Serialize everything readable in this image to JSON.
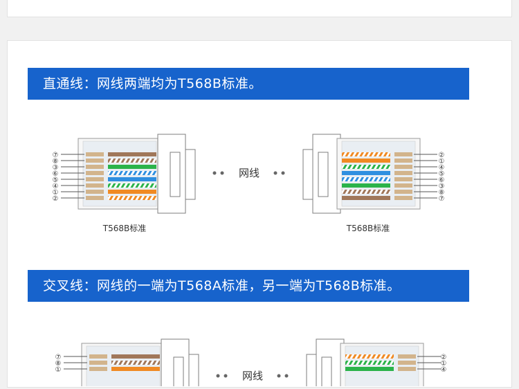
{
  "section1": {
    "title": "直通线：网线两端均为T568B标准。",
    "label_middle": "网线",
    "left_caption": "T568B标准",
    "right_caption": "T568B标准",
    "left_pin_numbers": [
      "⑦",
      "⑧",
      "③",
      "⑥",
      "⑤",
      "④",
      "①",
      "②"
    ],
    "right_pin_numbers": [
      "②",
      "①",
      "④",
      "⑤",
      "⑥",
      "③",
      "⑧",
      "⑦"
    ]
  },
  "section2": {
    "title": "交叉线：网线的一端为T568A标准，另一端为T568B标准。",
    "label_middle": "网线",
    "left_pin_numbers": [
      "⑦",
      "⑧",
      "①"
    ],
    "right_pin_numbers": [
      "②",
      "①",
      "④"
    ]
  },
  "colors": {
    "banner": "#1763cc",
    "orange": "#f08a24",
    "green": "#2bb34a",
    "blue": "#2f8fe0",
    "brown": "#a0775a",
    "tan": "#d2b48c"
  }
}
